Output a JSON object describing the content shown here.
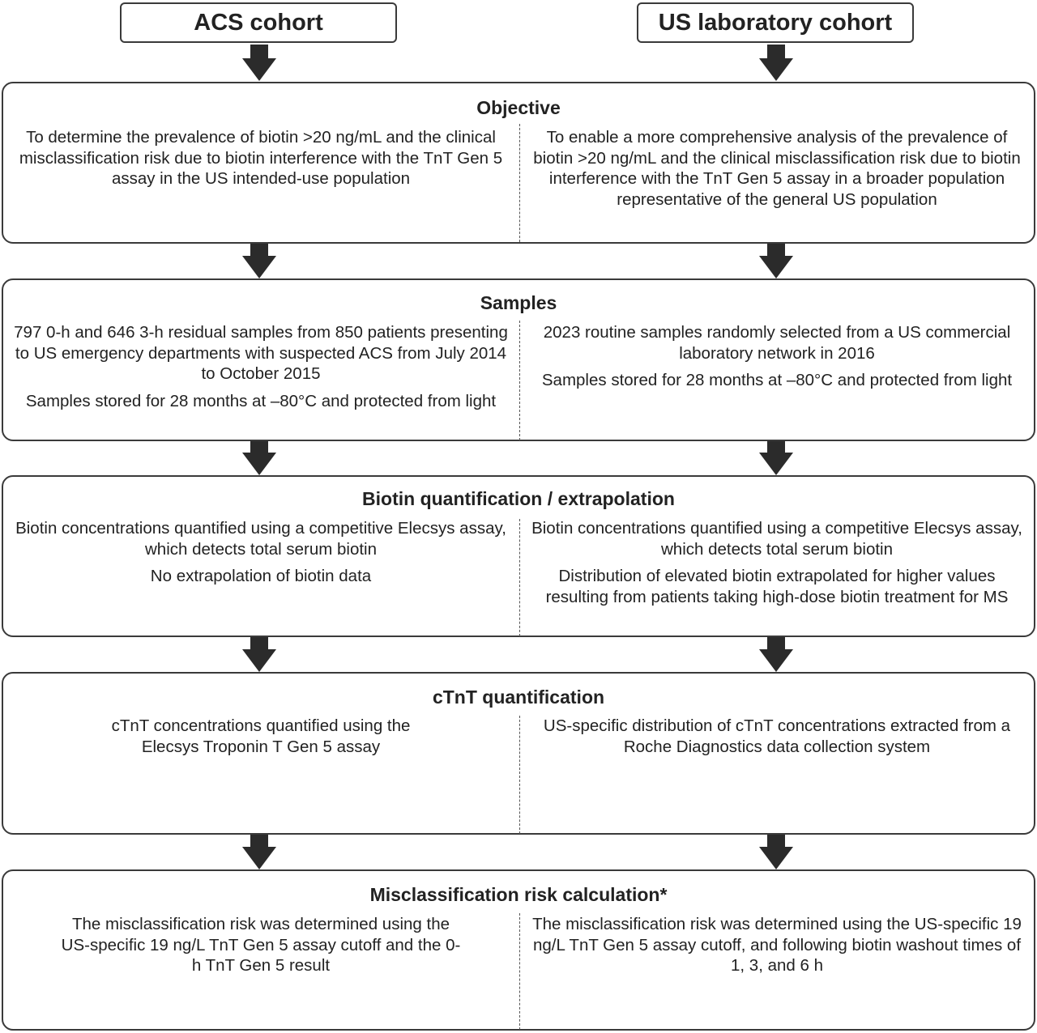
{
  "cohorts": {
    "left": "ACS cohort",
    "right": "US laboratory cohort"
  },
  "sections": [
    {
      "title": "Objective",
      "left": [
        "To determine the prevalence of biotin >20 ng/mL and the clinical misclassification risk due to biotin interference with the TnT Gen 5 assay in the US intended-use population"
      ],
      "right": [
        "To enable a more comprehensive analysis of the prevalence of biotin >20 ng/mL and the clinical misclassification risk due to biotin interference with the TnT Gen 5 assay in a broader population representative of the general US population"
      ]
    },
    {
      "title": "Samples",
      "left": [
        "797 0-h and 646 3-h residual samples from 850 patients presenting to US emergency departments with suspected ACS from July 2014 to October 2015",
        "Samples stored for 28 months at –80°C and protected from light"
      ],
      "right": [
        "2023 routine samples randomly selected from a US commercial laboratory network in 2016",
        "Samples stored for 28 months at –80°C and protected from light"
      ]
    },
    {
      "title": "Biotin quantification / extrapolation",
      "left": [
        "Biotin concentrations quantified using a competitive Elecsys assay, which detects total serum biotin",
        "No extrapolation of biotin data"
      ],
      "right": [
        "Biotin concentrations quantified using a competitive Elecsys assay, which detects total serum biotin",
        "Distribution of elevated biotin extrapolated for higher values resulting from patients taking high-dose biotin treatment for MS"
      ]
    },
    {
      "title": "cTnT quantification",
      "left": [
        "cTnT concentrations quantified using the Elecsys Troponin T Gen 5 assay"
      ],
      "right": [
        "US-specific distribution of cTnT concentrations extracted from a Roche Diagnostics data collection system"
      ]
    },
    {
      "title": "Misclassification risk calculation*",
      "left": [
        "The misclassification risk was determined using the US-specific 19 ng/L TnT Gen 5 assay cutoff and the 0-h TnT Gen 5 result"
      ],
      "right": [
        "The misclassification risk was determined using the US-specific 19 ng/L TnT Gen 5 assay cutoff, and following biotin washout times of 1, 3, and 6 h"
      ]
    }
  ]
}
